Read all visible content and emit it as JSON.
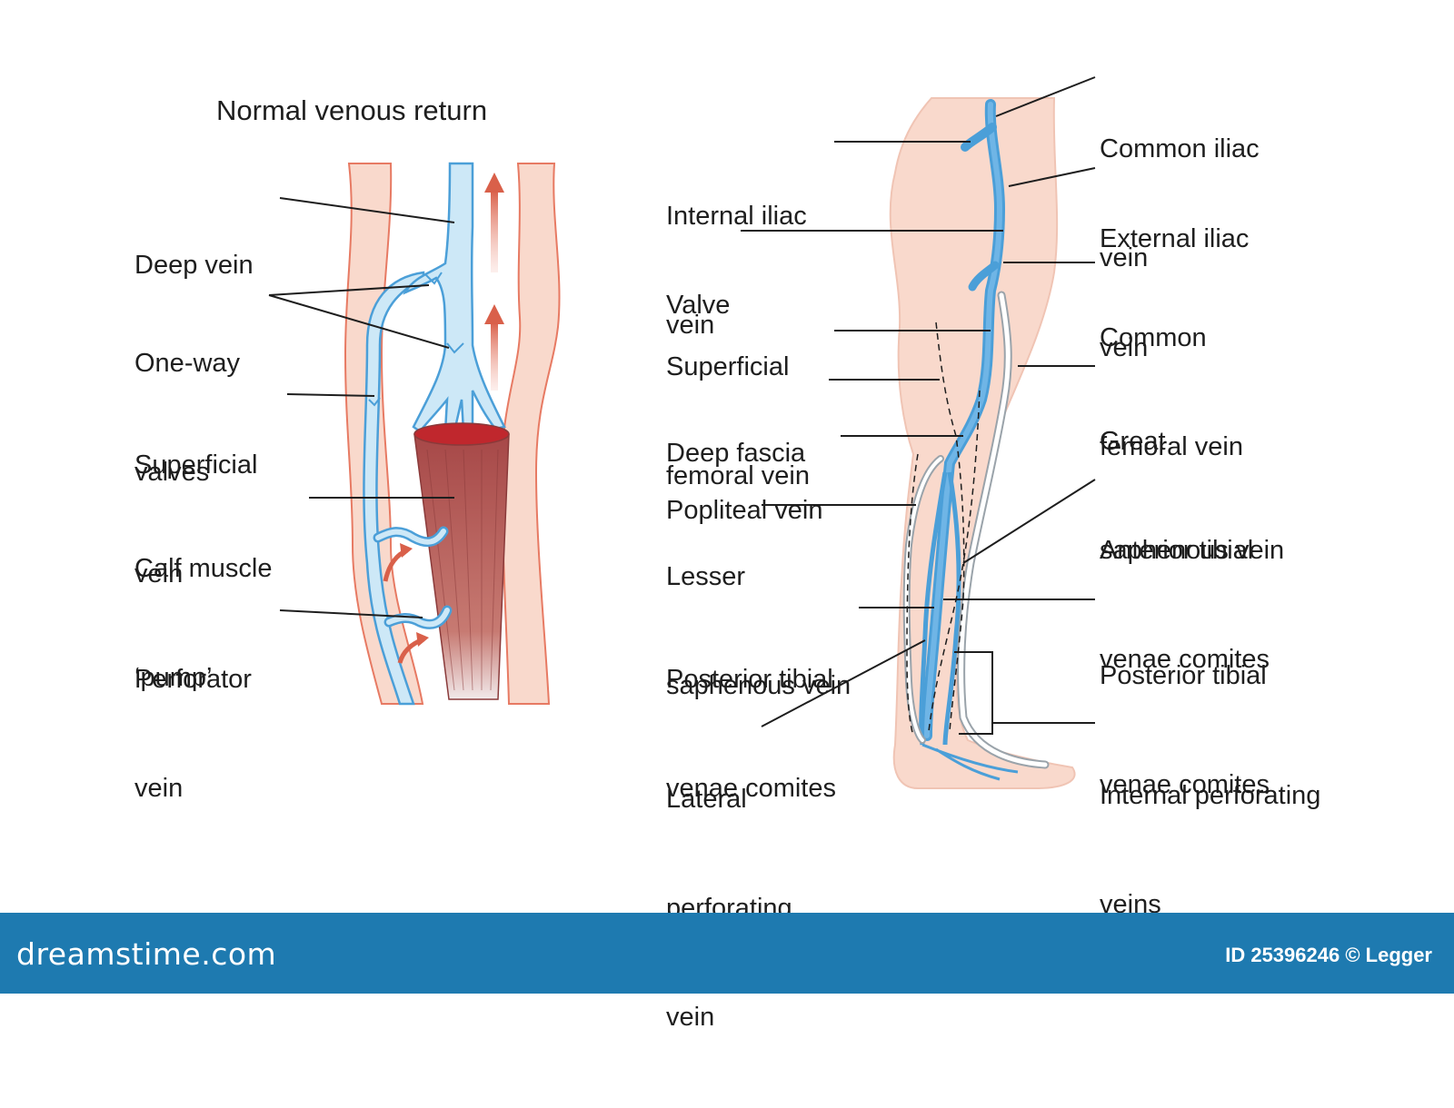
{
  "left_panel": {
    "title": "Normal venous return",
    "labels": {
      "deep_vein": [
        "Deep vein"
      ],
      "one_way_valves": [
        "One-way",
        "valves"
      ],
      "superficial_vein": [
        "Superficial",
        "vein"
      ],
      "calf_muscle": [
        "Calf muscle",
        "‘pump’"
      ],
      "perforator_vein": [
        "Perforator",
        "vein"
      ]
    }
  },
  "right_panel": {
    "labels": {
      "internal_iliac": [
        "Internal iliac",
        "vein"
      ],
      "valve": [
        "Valve"
      ],
      "superficial_femoral": [
        "Superficial",
        "femoral vein"
      ],
      "deep_fascia": [
        "Deep fascia"
      ],
      "popliteal": [
        "Popliteal vein"
      ],
      "lesser_saphenous": [
        "Lesser",
        "saphenous vein"
      ],
      "posterior_tibial_left": [
        "Posterior tibial",
        "venae comites"
      ],
      "lateral_perforating": [
        "Lateral",
        "perforating",
        "vein"
      ],
      "common_iliac": [
        "Common iliac",
        "vein"
      ],
      "external_iliac": [
        "External iliac",
        "vein"
      ],
      "common_femoral": [
        "Common",
        "femoral vein"
      ],
      "great_saphenous": [
        "Great",
        "saphenous vein"
      ],
      "anterior_tibial": [
        "Anterior tibial",
        "venae comites"
      ],
      "posterior_tibial_right": [
        "Posterior tibial",
        "venae comites"
      ],
      "internal_perforating": [
        "Internal perforating",
        "veins"
      ]
    }
  },
  "footer": {
    "logo": "dreamstime.com",
    "credit": "ID 25396246 © Legger"
  },
  "colors": {
    "skin": "#f9d9cc",
    "skin_outline": "#e77a63",
    "vein": "#cde8f7",
    "vein_outline": "#4b9fd8",
    "muscle": "#b85a55",
    "arrow": "#d9604a",
    "footer": "#1e7ab0"
  }
}
